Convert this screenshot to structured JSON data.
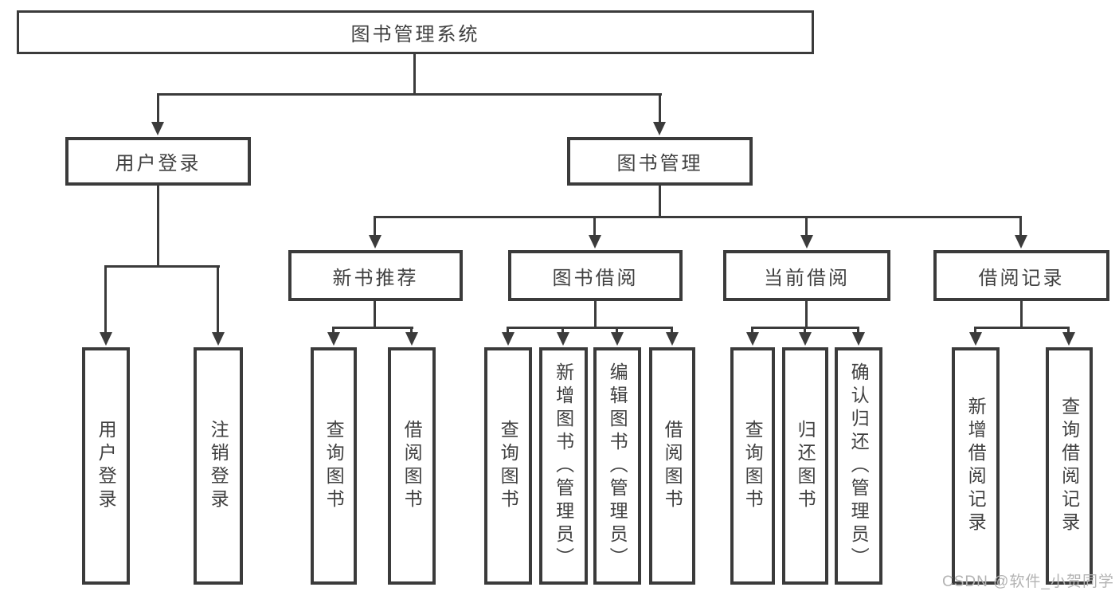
{
  "diagram": {
    "root": "图书管理系统",
    "level2": [
      "用户登录",
      "图书管理"
    ],
    "level3": [
      "新书推荐",
      "图书借阅",
      "当前借阅",
      "借阅记录"
    ],
    "leaves": {
      "user_login": [
        "用户登录",
        "注销登录"
      ],
      "new_book": [
        "查询图书",
        "借阅图书"
      ],
      "book_borrow": [
        "查询图书",
        "新增图书（管理员）",
        "编辑图书（管理员）",
        "借阅图书"
      ],
      "current_borrow": [
        "查询图书",
        "归还图书",
        "确认归还（管理员）"
      ],
      "borrow_record": [
        "新增借阅记录",
        "查询借阅记录"
      ]
    }
  },
  "watermark": {
    "text": "CSDN @软件_小贺同学"
  },
  "colors": {
    "line": "#3b3b3b",
    "text": "#404040",
    "watermark": "#b3b3b3",
    "background": "#ffffff"
  }
}
